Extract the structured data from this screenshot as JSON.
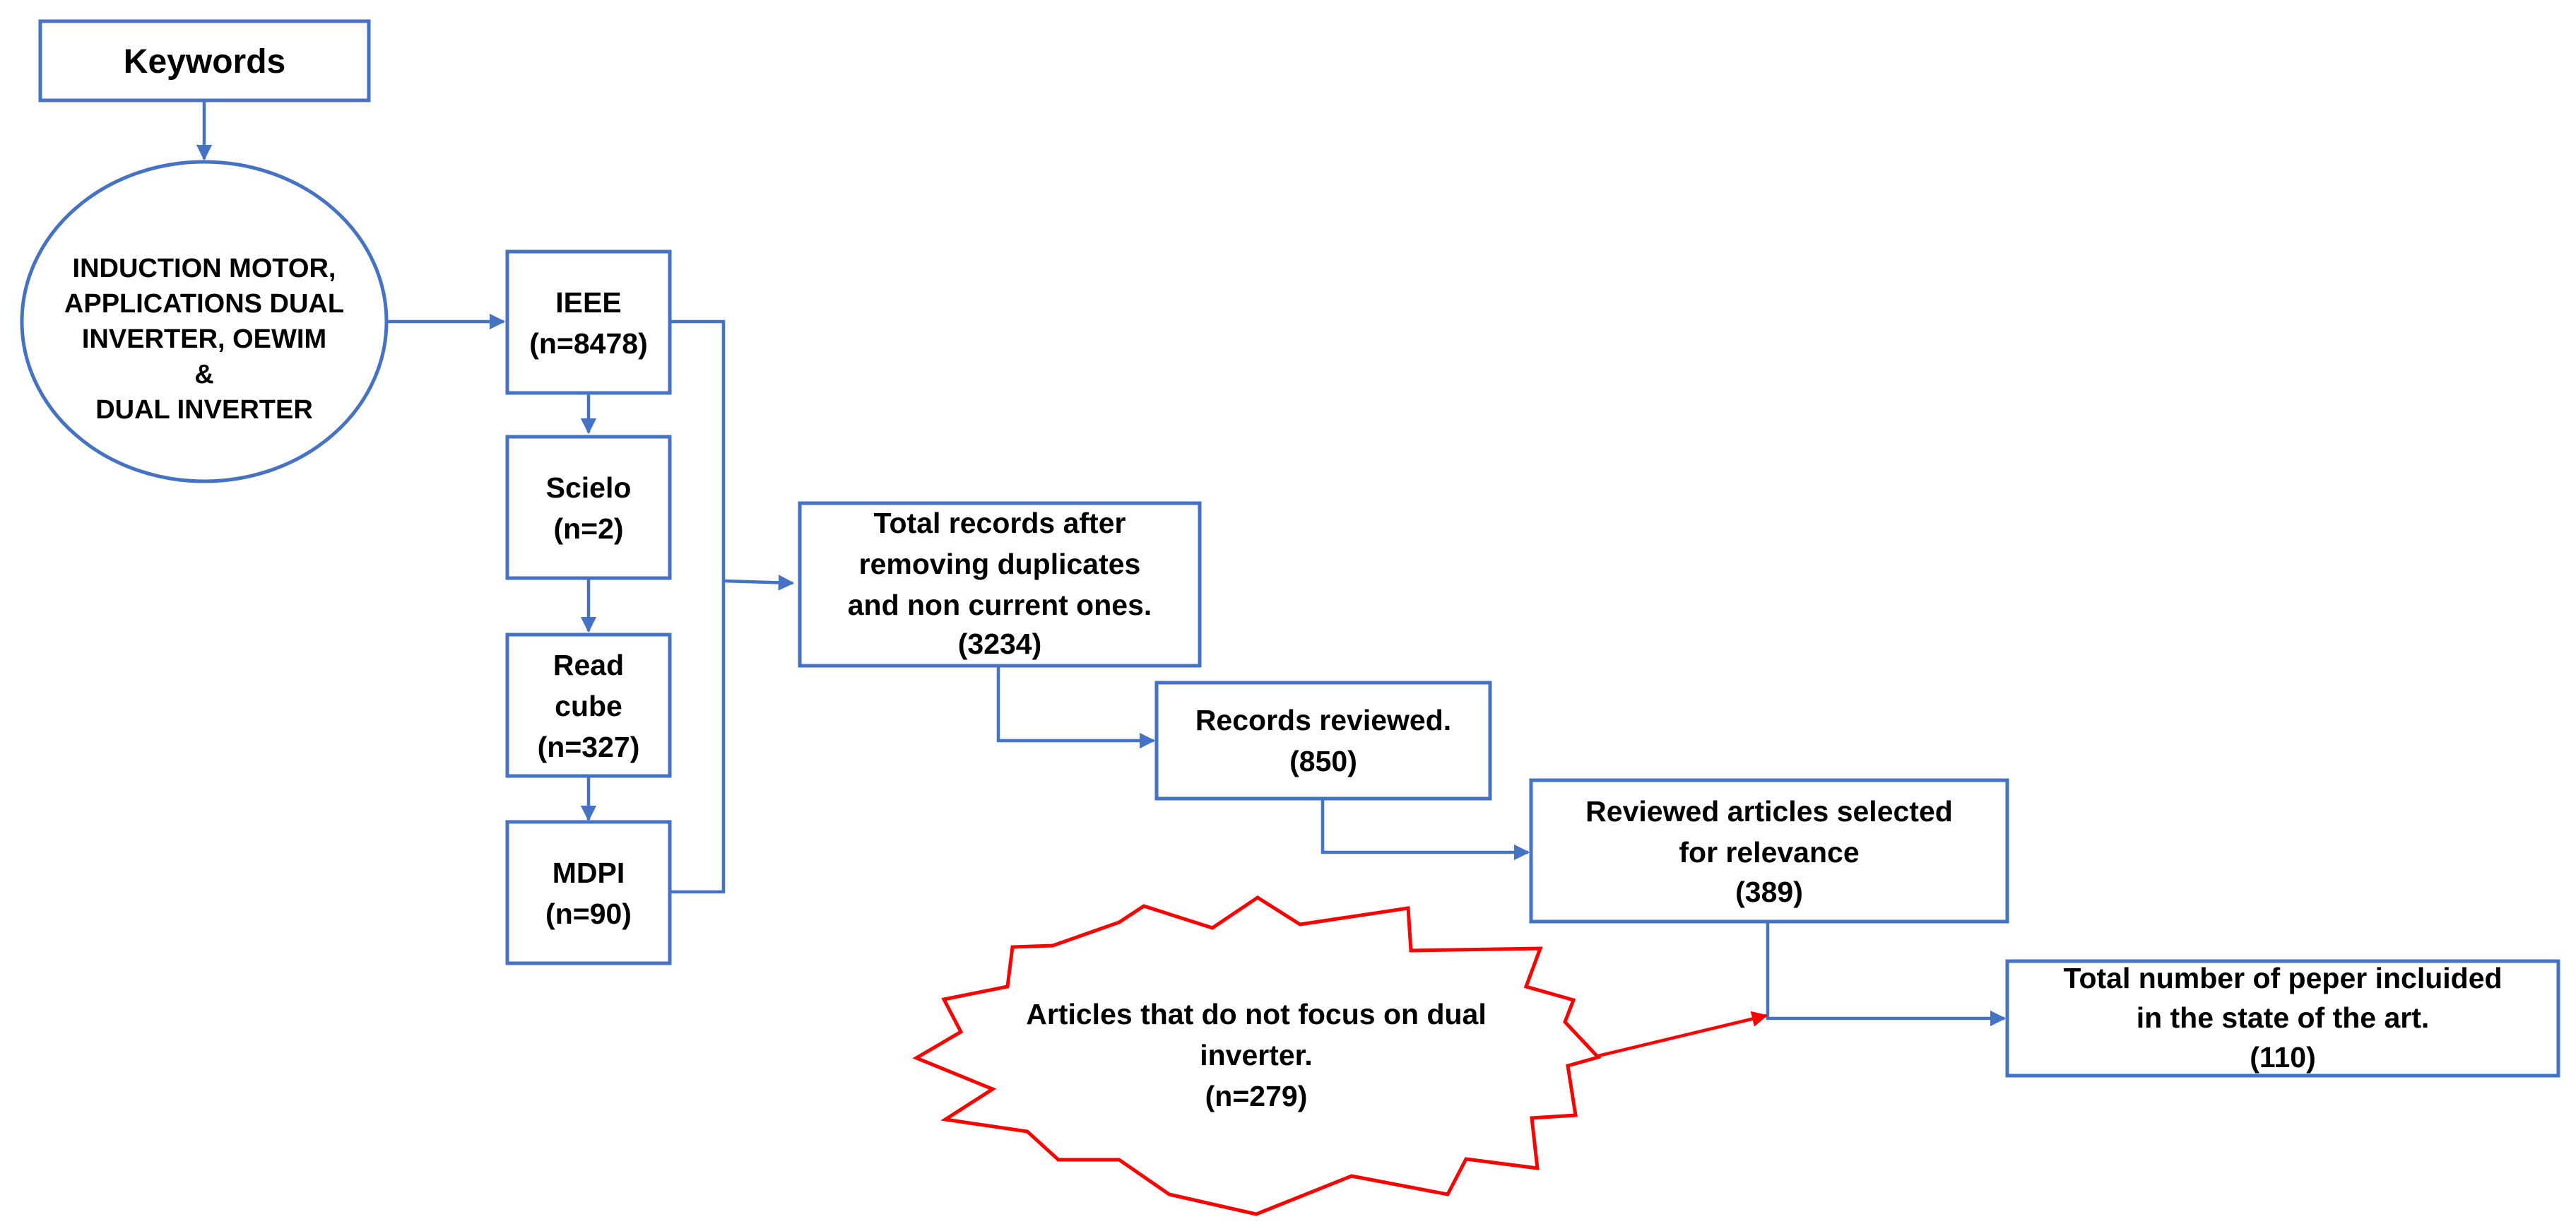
{
  "keywords": {
    "label": "Keywords"
  },
  "topic": {
    "lines": [
      "INDUCTION MOTOR,",
      "APPLICATIONS DUAL",
      "INVERTER, OEWIM",
      "&",
      "DUAL INVERTER"
    ]
  },
  "sources": [
    {
      "lines": [
        "IEEE",
        "(n=8478)"
      ]
    },
    {
      "lines": [
        "Scielo",
        "(n=2)"
      ]
    },
    {
      "lines": [
        "Read",
        "cube",
        "(n=327)"
      ]
    },
    {
      "lines": [
        "MDPI",
        "(n=90)"
      ]
    }
  ],
  "total_records": {
    "lines": [
      "Total records after",
      "removing duplicates",
      "and non current ones.",
      "(3234)"
    ]
  },
  "records_reviewed": {
    "lines": [
      "Records reviewed.",
      "(850)"
    ]
  },
  "selected": {
    "lines": [
      "Reviewed articles selected",
      "for relevance",
      "(389)"
    ]
  },
  "excluded": {
    "lines": [
      "Articles that do not focus on dual",
      "inverter.",
      "(n=279)"
    ]
  },
  "included": {
    "lines": [
      "Total number of peper incluided",
      "in the state of the art.",
      "(110)"
    ]
  },
  "colors": {
    "box_stroke": "#4472c4",
    "excluded_stroke": "#ff0000",
    "text": "#000000"
  }
}
